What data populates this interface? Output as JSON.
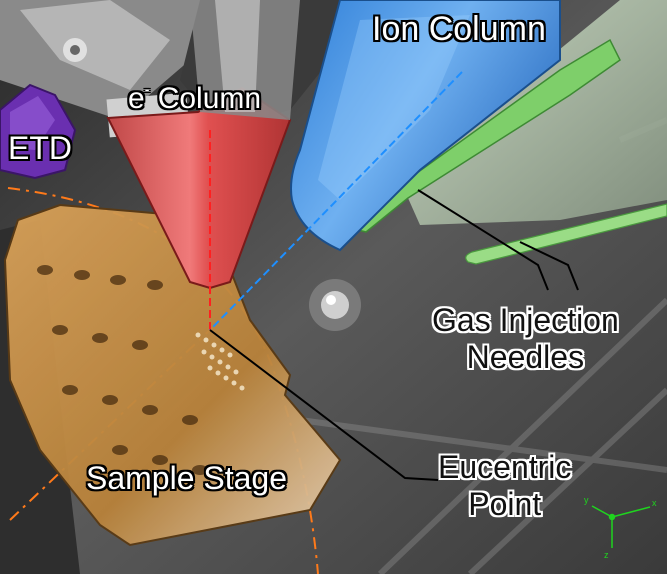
{
  "labels": {
    "ion_column": "Ion Column",
    "e_column_prefix": "e",
    "e_column_sup": "-",
    "e_column_suffix": " Column",
    "etd": "ETD",
    "gas_line1": "Gas Injection",
    "gas_line2": "Needles",
    "eucentric_line1": "Eucentric",
    "eucentric_line2": "Point",
    "sample_stage": "Sample Stage"
  },
  "axes": {
    "x": "x",
    "y": "y",
    "z": "z"
  },
  "colors": {
    "ion_column": "#3b8fe0",
    "e_column": "#e23a3a",
    "etd": "#6a2fb0",
    "gas_needle": "#7ecf6a",
    "sample_stage": "#c98a3a",
    "orange_dashed": "#ff7a1a",
    "blue_dashed": "#1e8fff",
    "red_dashed": "#ff2020",
    "axis_green": "#1fd41f"
  }
}
